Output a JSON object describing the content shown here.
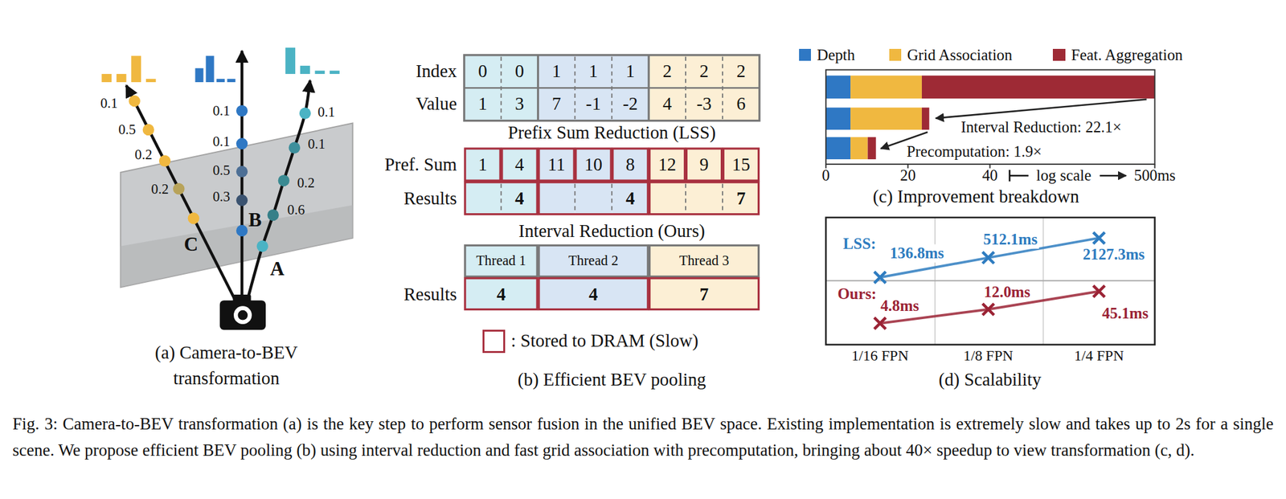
{
  "diagram": {
    "caption": "Fig. 3: Camera-to-BEV transformation (a) is the key step to perform sensor fusion in the unified BEV space. Existing implementation is extremely slow and takes up to 2s for a single scene. We propose efficient BEV pooling (b) using interval reduction and fast grid association with precomputation, bringing about 40× speedup to view transformation (c, d).",
    "labels": [
      "0.1",
      "0.5",
      "0.2",
      "0.2",
      "0.1",
      "0.1",
      "0.5",
      "0.3",
      "0.1",
      "0.1",
      "0.2",
      "0.6",
      "C",
      "B",
      "A",
      "(a) Camera-to-BEV transformation",
      "Index",
      "0",
      "0",
      "1",
      "1",
      "1",
      "2",
      "2",
      "2",
      "Value",
      "1",
      "3",
      "7",
      "-1",
      "-2",
      "4",
      "-3",
      "6",
      "Prefix Sum Reduction (LSS)",
      "Pref. Sum",
      "1",
      "4",
      "11",
      "10",
      "8",
      "12",
      "9",
      "15",
      "Results",
      "4",
      "4",
      "7",
      "Interval Reduction (Ours)",
      "Thread 1",
      "Thread 2",
      "Thread 3",
      "Results",
      "4",
      "4",
      "7",
      "(b) Efficient BEV pooling",
      "Interval Reduction: 22.1×",
      "Precomputation: 1.9×",
      "0",
      "20",
      "40",
      "log scale",
      "500ms",
      "(c) Improvement breakdown",
      "LSS:",
      "136.8ms",
      "512.1ms",
      "2127.3ms",
      "Ours:",
      "4.8ms",
      "12.0ms",
      "45.1ms",
      "1/16 FPN",
      "1/8 FPN",
      "1/4 FPN",
      "(d) Scalability"
    ],
    "legend": [
      {
        "text": "Depth",
        "color": "#2f78c4"
      },
      {
        "text": "Grid Association",
        "color": "#f0b840"
      },
      {
        "text": "Feat. Aggregation",
        "color": "#9e2a35"
      },
      {
        "text": ": Stored to DRAM (Slow)"
      }
    ]
  }
}
